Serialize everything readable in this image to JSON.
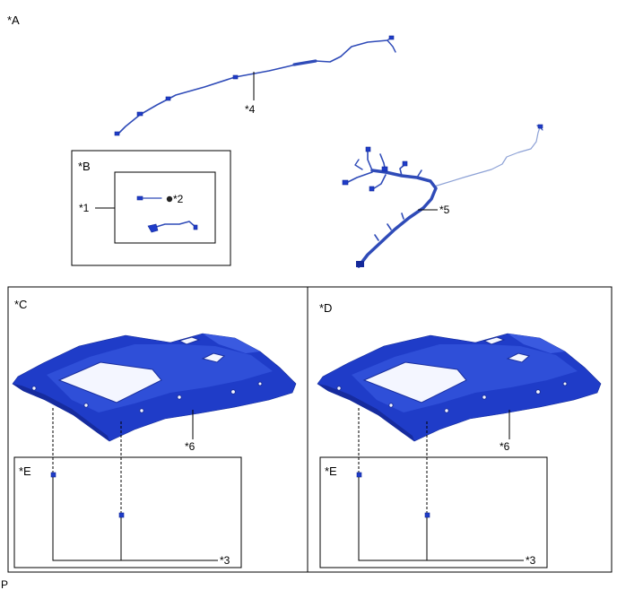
{
  "labels": {
    "view_a": "*A",
    "view_b": "*B",
    "view_c": "*C",
    "view_d": "*D",
    "view_e_c": "*E",
    "view_e_d": "*E",
    "callout_1": "*1",
    "callout_2": "*2",
    "callout_3_c": "*3",
    "callout_3_d": "*3",
    "callout_4": "*4",
    "callout_5": "*5",
    "callout_6_c": "*6",
    "callout_6_d": "*6",
    "corner_mark": "P"
  },
  "colors": {
    "part_blue": "#1f3cc8",
    "wire_blue": "#2f4bb8",
    "line": "#000000"
  }
}
